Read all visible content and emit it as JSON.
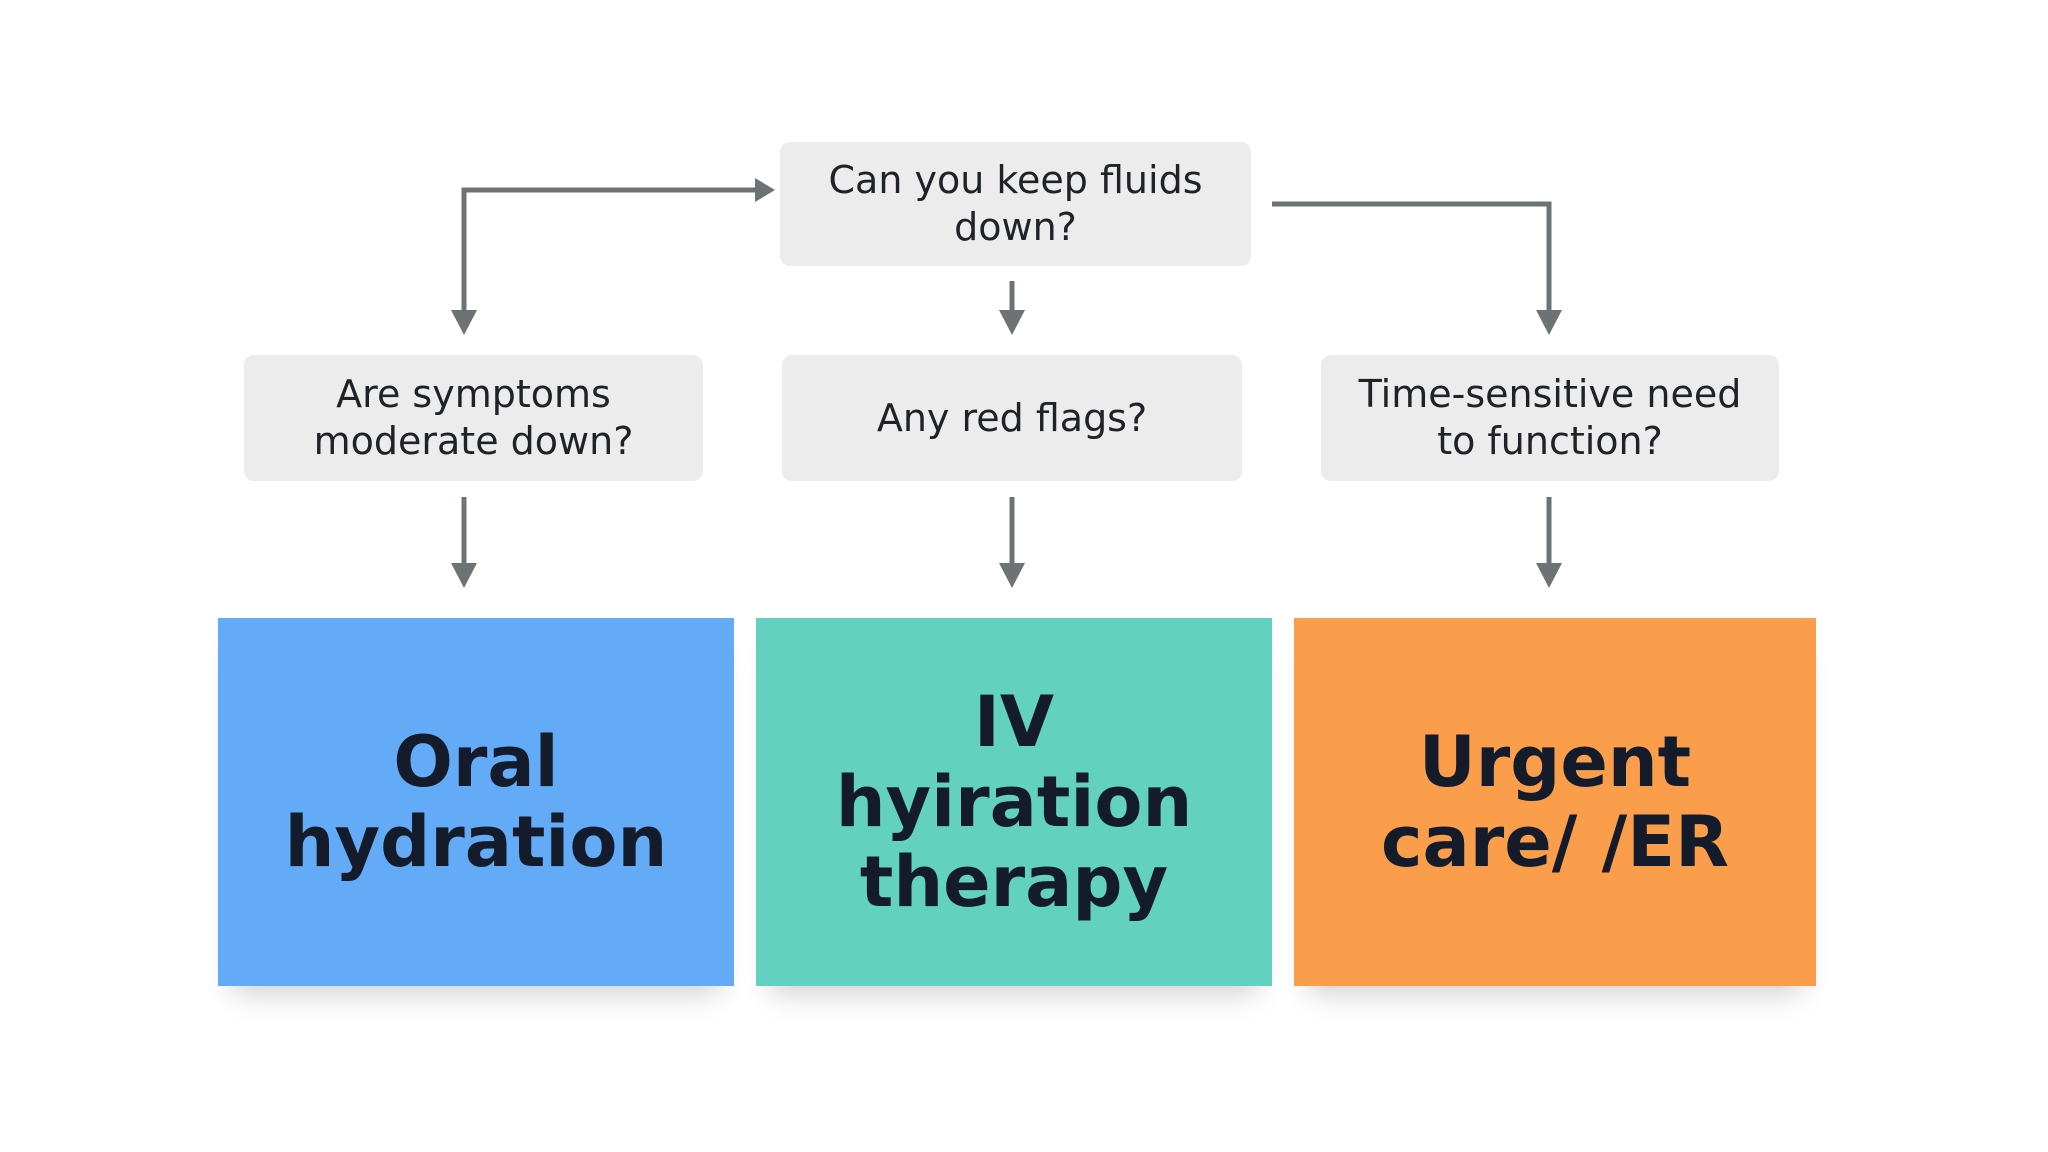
{
  "diagram": {
    "top_question": "Can you keep fluids down?",
    "questions": [
      "Are symptoms moderate down?",
      "Any red flags?",
      "Time-sensitive need to function?"
    ],
    "outcomes": [
      {
        "label": "Oral hydration",
        "color": "#63abf6"
      },
      {
        "label": "IV hyiration therapy",
        "color": "#62d1bf"
      },
      {
        "label": "Urgent care/ /ER",
        "color": "#fb9e4b"
      }
    ],
    "colors": {
      "question_box": "#ececec",
      "connector": "#6d7275",
      "text": "#1f2226"
    }
  }
}
